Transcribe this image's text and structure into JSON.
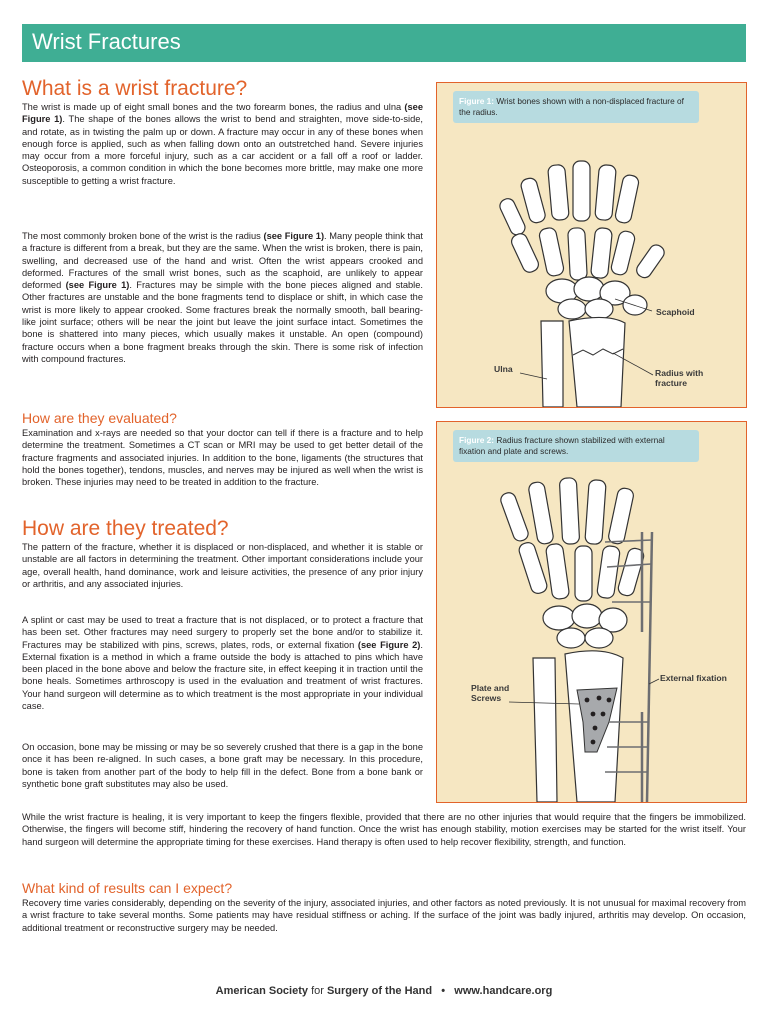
{
  "header": {
    "title": "Wrist Fractures"
  },
  "sections": {
    "what": {
      "heading": "What is a wrist fracture?",
      "p1_a": "The wrist is made up of eight small bones and the two forearm bones, the radius and ulna ",
      "p1_ref": "(see Figure 1)",
      "p1_b": ". The shape of the bones allows the wrist to bend and straighten, move side-to-side, and rotate, as in twisting the palm up or down. A fracture may occur in any of these bones when enough force is applied, such as when falling down onto an outstretched hand.  Severe injuries may occur from a more forceful injury, such as a car accident or a fall off a roof or ladder.  Osteoporosis, a common condition in which the bone becomes more brittle, may make one more susceptible to getting a wrist fracture.",
      "p2_a": "The most commonly broken bone of the wrist is the radius ",
      "p2_ref1": "(see Figure 1)",
      "p2_b": ".  Many people think that a fracture is different from a break, but they are the same.  When the wrist is broken, there is pain, swelling, and decreased use of the hand and wrist.  Often the wrist appears crooked and deformed. Fractures of the small wrist bones, such as the scaphoid, are unlikely to appear deformed  ",
      "p2_ref2": "(see Figure 1)",
      "p2_c": ".  Fractures may be simple with the bone pieces aligned and stable. Other fractures are unstable and the bone fragments tend to displace or shift, in which case the wrist is more likely to appear crooked. Some fractures break the normally smooth, ball bearing-like joint surface; others will be near the joint but leave the joint surface intact.  Sometimes the bone is shattered into many pieces, which usually makes it unstable. An open (compound) fracture occurs when a bone fragment breaks through the skin. There is some risk of infection with compound fractures."
    },
    "evaluated": {
      "heading": "How are they evaluated?",
      "p1": "Examination and x-rays are needed so that your doctor can tell if there is a fracture and to help determine the treatment. Sometimes a CT scan or MRI may be used to get better detail of the fracture fragments and associated injuries. In addition to the bone, ligaments (the structures that hold the bones together), tendons, muscles, and nerves may be injured as well when the wrist is broken. These injuries may need to be treated in addition to the fracture."
    },
    "treated": {
      "heading": "How are they treated?",
      "p1": "The pattern of the fracture, whether it is displaced or non-displaced, and whether it is stable or unstable are all factors in determining the treatment.   Other important considerations include your age, overall health, hand dominance, work and leisure activities, the presence of any prior injury or arthritis, and any associated injuries.",
      "p2_a": "A splint or cast may be used to treat a fracture that is not displaced, or to protect a fracture that has been set. Other fractures may need surgery to properly set the bone and/or to stabilize it. Fractures may be stabilized with pins, screws, plates, rods, or external fixation ",
      "p2_ref": "(see Figure 2)",
      "p2_b": ". External fixation is a method in which a frame outside the body is attached to pins which have been placed in the bone above and below the fracture site, in effect keeping it in traction until the bone heals. Sometimes arthroscopy is  used  in  the  evaluation and treatment of wrist fractures. Your hand  surgeon  will determine as to which treatment is the most appropriate in your individual case.",
      "p3": "On occasion, bone may be missing or may be so severely crushed that there is a gap in the bone once it has been re-aligned. In such cases, a bone graft may be necessary. In this procedure, bone is taken from another part of the body to help fill in the defect. Bone from a bone bank or synthetic bone graft substitutes may also be used.",
      "p4": "While the wrist fracture is healing, it is very important to keep the fingers flexible, provided that there are no other injuries that would require that the fingers be immobilized.  Otherwise, the fingers will become stiff, hindering the recovery of hand function. Once the wrist has enough stability, motion exercises may be started for the wrist itself.  Your hand surgeon will determine the appropriate timing for these exercises. Hand therapy is often used to help recover flexibility, strength, and function."
    },
    "results": {
      "heading": "What kind of results can I expect?",
      "p1": "Recovery time varies considerably, depending on the severity of the injury, associated injuries, and other factors as noted previously.  It is not unusual for maximal recovery from a wrist fracture to take several months.  Some patients may have residual stiffness or aching.  If the surface of the joint was badly injured, arthritis may develop.  On occasion, additional treatment or reconstructive surgery may be needed."
    }
  },
  "figure1": {
    "label": "Figure 1:",
    "caption": "Wrist bones shown with a non-displaced fracture of the radius.",
    "scaphoid": "Scaphoid",
    "ulna": "Ulna",
    "radius_l1": "Radius with",
    "radius_l2": "fracture"
  },
  "figure2": {
    "label": "Figure 2:",
    "caption": "Radius fracture shown stabilized with external fixation and plate and screws.",
    "ext_fix": "External fixation",
    "plate_l1": "Plate and",
    "plate_l2": "Screws"
  },
  "footer": {
    "org1": "American Society",
    "for": "for",
    "org2": "Surgery of the Hand",
    "bullet": "•",
    "url": "www.handcare.org"
  },
  "colors": {
    "banner": "#3fae94",
    "heading": "#e2632b",
    "figure_bg": "#f6e7c2",
    "caption_bg": "#b7dbe0"
  }
}
